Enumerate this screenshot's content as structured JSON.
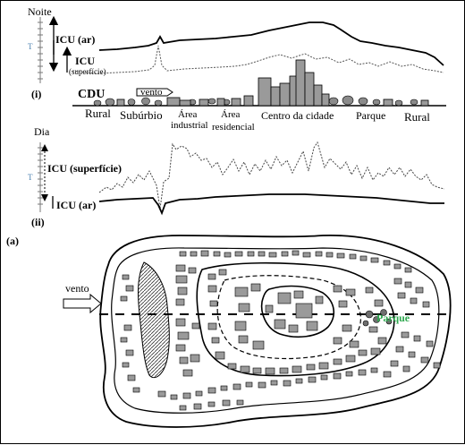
{
  "panel_i": {
    "title": "Noite",
    "index_label": "(i)",
    "icu_ar": "ICU (ar)",
    "icu_superficie_a": "ICU",
    "icu_superficie_b": "(superfície)",
    "cdu": "CDU",
    "vento": "vento",
    "zones": {
      "rural_left": "Rural",
      "suburbio": "Subúrbio",
      "area_ind_1": "Área",
      "area_ind_2": "industrial",
      "area_res_1": "Área",
      "area_res_2": "residencial",
      "centro": "Centro da cidade",
      "parque": "Parque",
      "rural_right": "Rural"
    }
  },
  "panel_ii": {
    "title": "Dia",
    "index_label": "(ii)",
    "icu_superficie": "ICU (superfície)",
    "icu_ar": "ICU (ar)"
  },
  "panel_a": {
    "index_label": "(a)",
    "vento": "vento",
    "parque": "Parque"
  },
  "colors": {
    "line": "#000000",
    "building_fill": "#9a9a9a",
    "park": "#2ea84f"
  }
}
